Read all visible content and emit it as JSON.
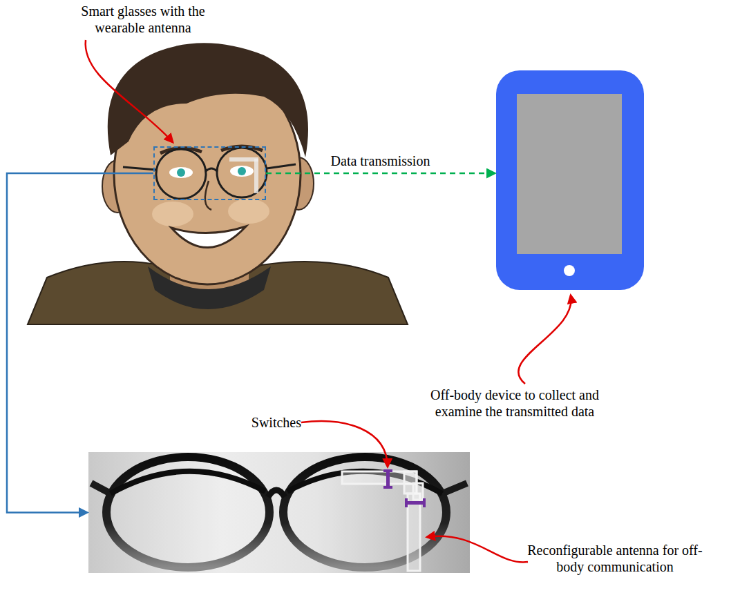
{
  "diagram": {
    "nodes": [
      {
        "text": [
          "Smart glasses with the wearable antenna"
        ]
      },
      {
        "text": [
          "Off-body device to collect and examine the transmitted data"
        ]
      },
      {
        "text": [
          "Switches",
          "Reconfigurable antenna for off-body communication"
        ]
      }
    ],
    "edges": [
      {
        "from": 0,
        "to": 1,
        "arrow": "to",
        "label": "Data transmission"
      },
      {
        "from": 0,
        "to": 2,
        "arrow": "to"
      }
    ]
  }
}
